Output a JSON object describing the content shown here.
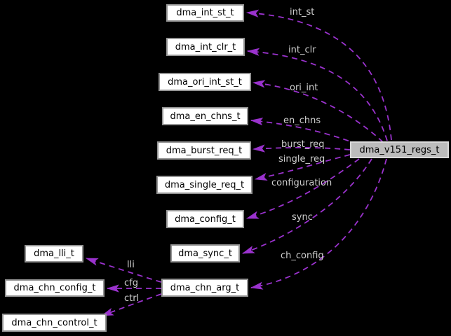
{
  "diagram": {
    "background": "#000000",
    "edge_color": "#9a32cd",
    "edge_label_color": "#cfcfcf",
    "node_fill": "#ffffff",
    "node_border": "#949494",
    "node_text_color": "#000000",
    "highlight_fill": "#bcbcbc",
    "highlight_border": "#d9d9d9"
  },
  "nodes": [
    {
      "label": "dma_int_st_t",
      "highlighted": false
    },
    {
      "label": "dma_int_clr_t",
      "highlighted": false
    },
    {
      "label": "dma_ori_int_st_t",
      "highlighted": false
    },
    {
      "label": "dma_en_chns_t",
      "highlighted": false
    },
    {
      "label": "dma_burst_req_t",
      "highlighted": false
    },
    {
      "label": "dma_single_req_t",
      "highlighted": false
    },
    {
      "label": "dma_config_t",
      "highlighted": false
    },
    {
      "label": "dma_sync_t",
      "highlighted": false
    },
    {
      "label": "dma_chn_arg_t",
      "highlighted": false
    },
    {
      "label": "dma_lli_t",
      "highlighted": false
    },
    {
      "label": "dma_chn_config_t",
      "highlighted": false
    },
    {
      "label": "dma_chn_control_t",
      "highlighted": false
    },
    {
      "label": "dma_v151_regs_t",
      "highlighted": true
    }
  ],
  "edges": [
    {
      "label": "int_st",
      "from": "dma_v151_regs_t",
      "to": "dma_int_st_t"
    },
    {
      "label": "int_clr",
      "from": "dma_v151_regs_t",
      "to": "dma_int_clr_t"
    },
    {
      "label": "ori_int",
      "from": "dma_v151_regs_t",
      "to": "dma_ori_int_st_t"
    },
    {
      "label": "en_chns",
      "from": "dma_v151_regs_t",
      "to": "dma_en_chns_t"
    },
    {
      "label": "burst_req",
      "from": "dma_v151_regs_t",
      "to": "dma_burst_req_t"
    },
    {
      "label": "single_req",
      "from": "dma_v151_regs_t",
      "to": "dma_single_req_t"
    },
    {
      "label": "configuration",
      "from": "dma_v151_regs_t",
      "to": "dma_config_t"
    },
    {
      "label": "sync",
      "from": "dma_v151_regs_t",
      "to": "dma_sync_t"
    },
    {
      "label": "ch_config",
      "from": "dma_v151_regs_t",
      "to": "dma_chn_arg_t"
    },
    {
      "label": "lli",
      "from": "dma_chn_arg_t",
      "to": "dma_lli_t"
    },
    {
      "label": "cfg",
      "from": "dma_chn_arg_t",
      "to": "dma_chn_config_t"
    },
    {
      "label": "ctrl",
      "from": "dma_chn_arg_t",
      "to": "dma_chn_control_t"
    }
  ]
}
